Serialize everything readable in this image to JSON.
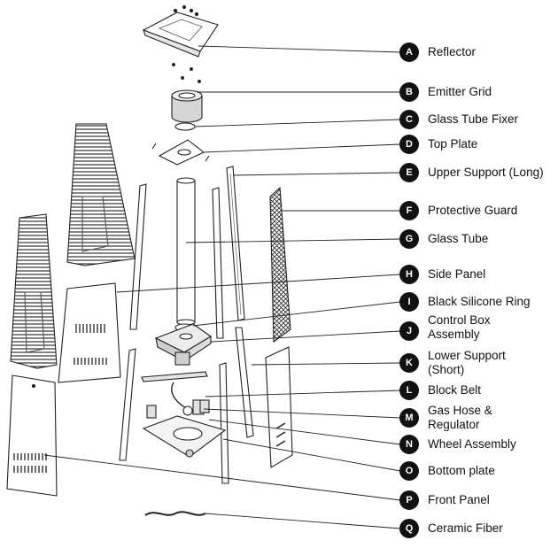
{
  "parts": [
    {
      "letter": "A",
      "name": "Reflector"
    },
    {
      "letter": "B",
      "name": "Emitter Grid"
    },
    {
      "letter": "C",
      "name": "Glass Tube Fixer"
    },
    {
      "letter": "D",
      "name": "Top Plate"
    },
    {
      "letter": "E",
      "name": "Upper Support (Long)"
    },
    {
      "letter": "F",
      "name": "Protective Guard"
    },
    {
      "letter": "G",
      "name": "Glass Tube"
    },
    {
      "letter": "H",
      "name": "Side Panel"
    },
    {
      "letter": "I",
      "name": "Black Silicone Ring"
    },
    {
      "letter": "J",
      "name": "Control Box\nAssembly"
    },
    {
      "letter": "K",
      "name": "Lower Support\n(Short)"
    },
    {
      "letter": "L",
      "name": "Block Belt"
    },
    {
      "letter": "M",
      "name": "Gas Hose &\nRegulator"
    },
    {
      "letter": "N",
      "name": "Wheel Assembly"
    },
    {
      "letter": "O",
      "name": "Bottom plate"
    },
    {
      "letter": "P",
      "name": "Front Panel"
    },
    {
      "letter": "Q",
      "name": "Ceramic Fiber"
    }
  ]
}
